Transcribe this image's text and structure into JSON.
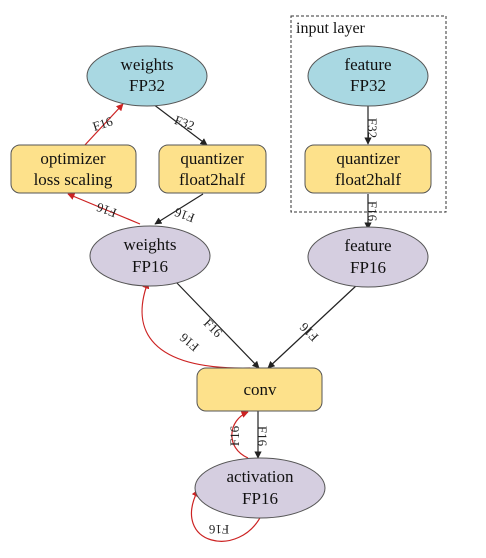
{
  "colors": {
    "fp32_fill": "#a9d8e2",
    "fp16_fill": "#d5cee0",
    "box_fill": "#fde18b",
    "node_stroke": "#555555",
    "edge_black": "#222222",
    "edge_red": "#cc2222"
  },
  "group": {
    "label": "input layer"
  },
  "nodes": {
    "weights_fp32": {
      "line1": "weights",
      "line2": "FP32"
    },
    "optimizer": {
      "line1": "optimizer",
      "line2": "loss scaling"
    },
    "quantizer_left": {
      "line1": "quantizer",
      "line2": "float2half"
    },
    "feature_fp32": {
      "line1": "feature",
      "line2": "FP32"
    },
    "quantizer_right": {
      "line1": "quantizer",
      "line2": "float2half"
    },
    "weights_fp16": {
      "line1": "weights",
      "line2": "FP16"
    },
    "feature_fp16": {
      "line1": "feature",
      "line2": "FP16"
    },
    "conv": {
      "line1": "conv"
    },
    "activation_fp16": {
      "line1": "activation",
      "line2": "FP16"
    }
  },
  "edges": {
    "optimizer_to_weights32": "F16",
    "weights32_to_quantizer": "F32",
    "weights16_to_optimizer": "F16",
    "quantizer_to_weights16": "F16",
    "feature32_to_quantizer": "F32",
    "quantizer_to_feature16": "F16",
    "weights16_to_conv": "F16",
    "conv_to_weights16": "F16",
    "feature16_to_conv": "F16",
    "conv_to_activation": "F16",
    "activation_to_conv": "F16",
    "activation_self": "F16"
  }
}
